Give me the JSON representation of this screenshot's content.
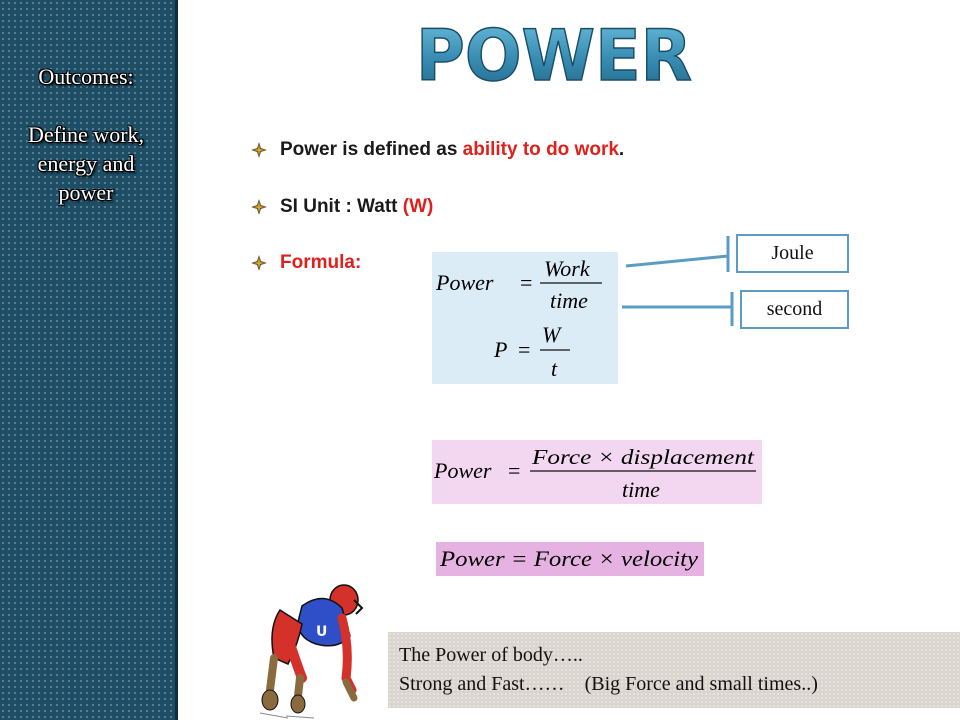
{
  "sidebar": {
    "heading": "Outcomes:",
    "lines": [
      "Define work,",
      "energy and",
      "power"
    ]
  },
  "title": "POWER",
  "bullets": [
    {
      "prefix": "Power is defined as ",
      "highlight": "ability to do work",
      "suffix": "."
    },
    {
      "prefix": "SI Unit : Watt ",
      "highlight": "(W)",
      "suffix": ""
    },
    {
      "prefix": "",
      "highlight": "Formula:",
      "suffix": ""
    }
  ],
  "formulas": {
    "f1_lhs": "Power",
    "f1_num": "Work",
    "f1_den": "time",
    "f2_lhs": "P",
    "f2_num": "W",
    "f2_den": "t",
    "f3_lhs": "Power",
    "f3_num": "Force × displacement",
    "f3_den": "time",
    "f4": "Power = Force × velocity"
  },
  "callouts": {
    "joule": "Joule",
    "second": "second"
  },
  "note": {
    "line1": "The Power of body…..",
    "line2_a": "Strong and Fast……",
    "line2_b": "(Big Force and small times..)"
  },
  "colors": {
    "sidebar": "#1d4e66",
    "title": "#3a8fb5",
    "highlight": "#e0201c",
    "formula1_bg": "#dcecf6",
    "formula2_bg": "#f3d6f0",
    "formula3_bg": "#e6b2e2",
    "callout_border": "#5b9bc4"
  }
}
